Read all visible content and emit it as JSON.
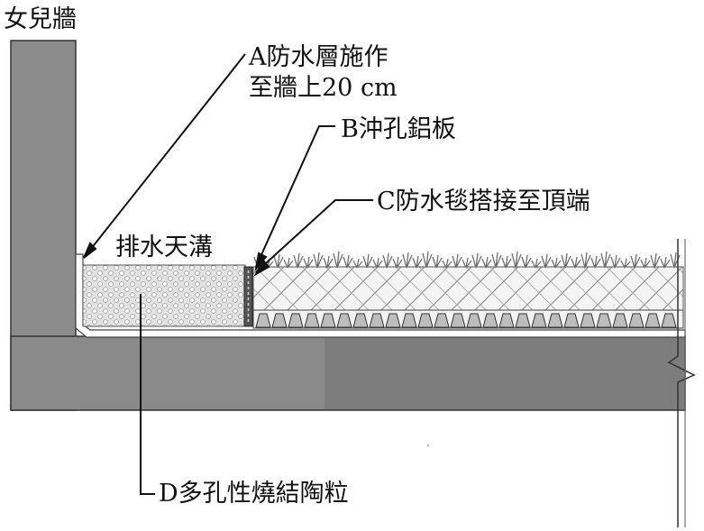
{
  "labels": {
    "parapet": "女兒牆",
    "gutter": "排水天溝",
    "a_line1": "A防水層施作",
    "a_line2": "至牆上20 cm",
    "b": "B沖孔鋁板",
    "c": "C防水毯搭接至頂端",
    "d": "D多孔性燒結陶粒"
  },
  "colors": {
    "wall": "#8c8c8c",
    "slab": "#8a8a8a",
    "membrane": "#ffffff",
    "gravel": "#d9d9d9",
    "soil_hatch": "#ececec",
    "grass": "#6e6e6e",
    "drain_board": "#555555",
    "leader": "#111111"
  }
}
